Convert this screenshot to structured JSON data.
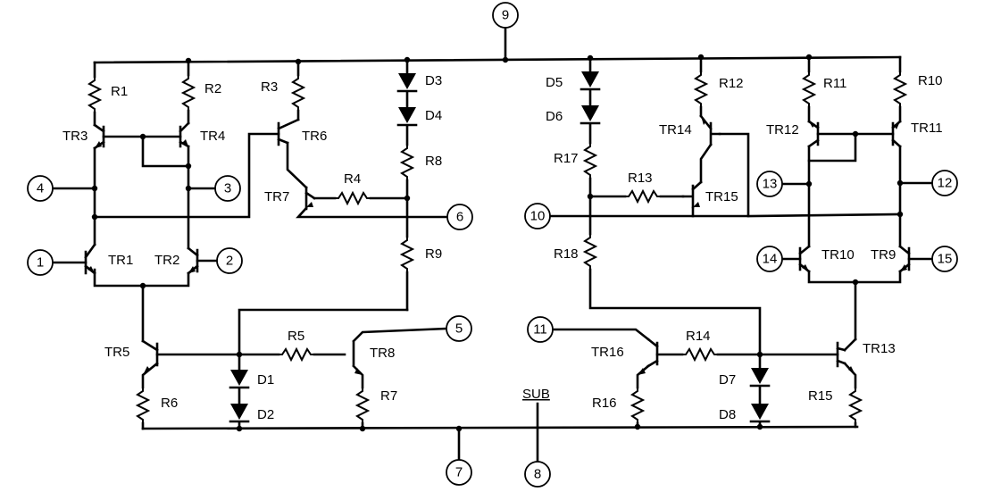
{
  "labels": {
    "r1": "R1",
    "r2": "R2",
    "r3": "R3",
    "r4": "R4",
    "r5": "R5",
    "r6": "R6",
    "r7": "R7",
    "r8": "R8",
    "r9": "R9",
    "r10": "R10",
    "r11": "R11",
    "r12": "R12",
    "r13": "R13",
    "r14": "R14",
    "r15": "R15",
    "r16": "R16",
    "r17": "R17",
    "r18": "R18",
    "tr1": "TR1",
    "tr2": "TR2",
    "tr3": "TR3",
    "tr4": "TR4",
    "tr5": "TR5",
    "tr6": "TR6",
    "tr7": "TR7",
    "tr8": "TR8",
    "tr9": "TR9",
    "tr10": "TR10",
    "tr11": "TR11",
    "tr12": "TR12",
    "tr13": "TR13",
    "tr14": "TR14",
    "tr15": "TR15",
    "tr16": "TR16",
    "d1": "D1",
    "d2": "D2",
    "d3": "D3",
    "d4": "D4",
    "d5": "D5",
    "d6": "D6",
    "d7": "D7",
    "d8": "D8",
    "sub": "SUB"
  },
  "pins": {
    "p1": "1",
    "p2": "2",
    "p3": "3",
    "p4": "4",
    "p5": "5",
    "p6": "6",
    "p7": "7",
    "p8": "8",
    "p9": "9",
    "p10": "10",
    "p11": "11",
    "p12": "12",
    "p13": "13",
    "p14": "14",
    "p15": "15"
  }
}
